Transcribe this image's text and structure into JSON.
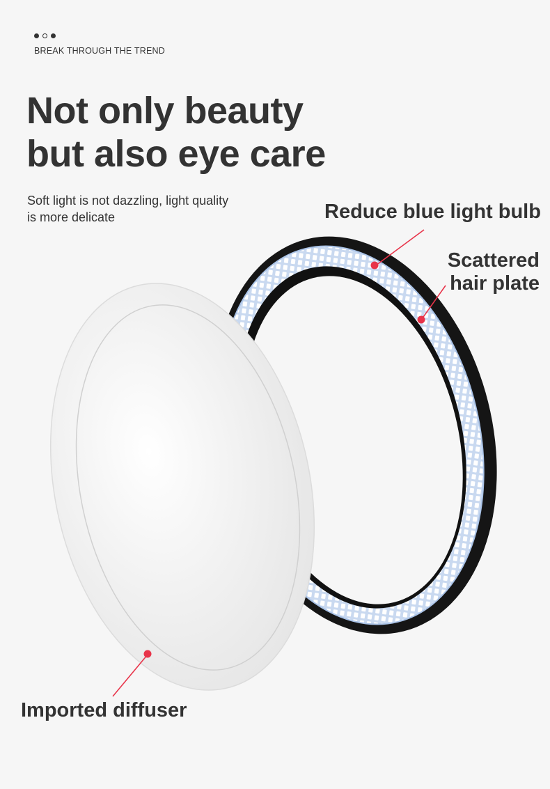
{
  "header": {
    "eyebrow": "BREAK THROUGH THE TREND",
    "headline_line1": "Not only beauty",
    "headline_line2": "but also eye care",
    "subtitle_line1": "Soft light is not dazzling, light quality",
    "subtitle_line2": "is more delicate"
  },
  "callouts": {
    "bulb": "Reduce blue light bulb",
    "plate_line1": "Scattered",
    "plate_line2": "hair plate",
    "diffuser": "Imported diffuser"
  },
  "colors": {
    "accent_red": "#e8344a",
    "text_dark": "#333333",
    "background": "#f6f6f6",
    "led_blue": "#bcd0ec",
    "ring_black": "#151515"
  },
  "icons": [
    "pagination-dots",
    "led-ring-illustration",
    "diffuser-ring-illustration"
  ]
}
